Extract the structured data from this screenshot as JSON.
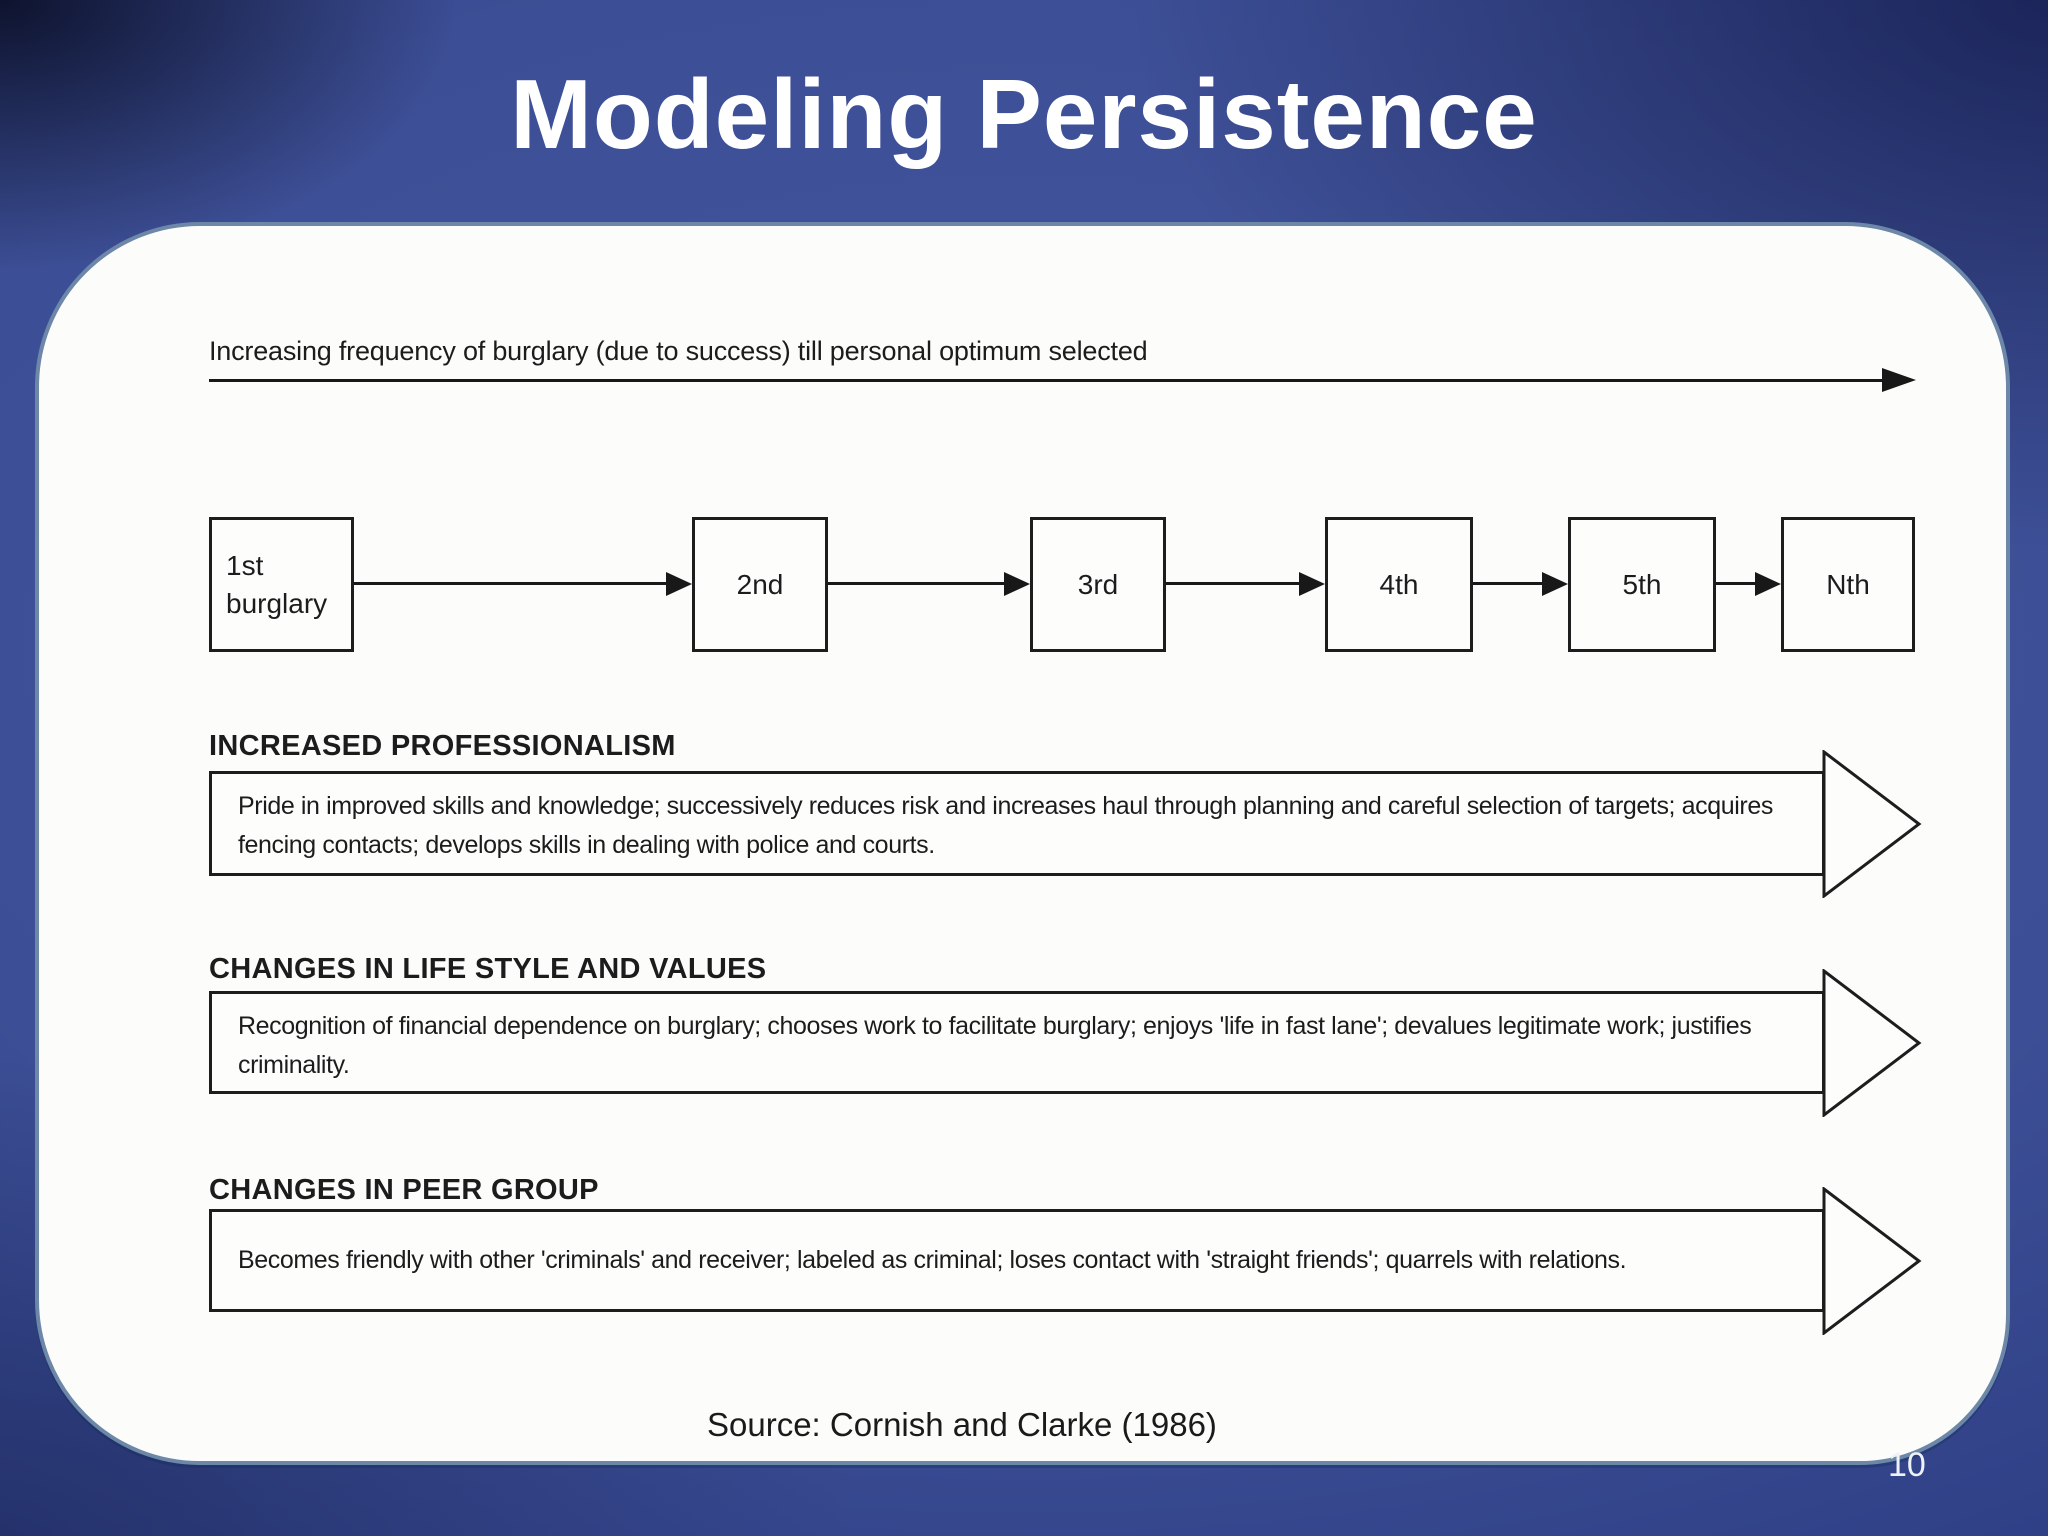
{
  "slide": {
    "title": "Modeling Persistence",
    "source_caption": "Source: Cornish and Clarke (1986)",
    "page_number": "10",
    "colors": {
      "background_center": "#44569e",
      "background_edge": "#1f2d74",
      "panel_background": "#fcfcfa",
      "panel_border": "#6c87a8",
      "ink": "#1c1c1c",
      "title_color": "#ffffff"
    }
  },
  "figure": {
    "top_arrow_label": "Increasing frequency of burglary (due to success) till personal optimum selected",
    "timeline_boxes": [
      "1st\nburglary",
      "2nd",
      "3rd",
      "4th",
      "5th",
      "Nth"
    ],
    "sections": [
      {
        "heading": "INCREASED PROFESSIONALISM",
        "text": "Pride in improved skills and knowledge; successively reduces risk and increases haul through planning and careful selection of targets; acquires fencing contacts; develops skills in dealing with police and courts."
      },
      {
        "heading": "CHANGES IN LIFE STYLE AND VALUES",
        "text": "Recognition of financial dependence on burglary; chooses work to facilitate burglary; enjoys 'life in fast lane'; devalues legitimate work; justifies criminality."
      },
      {
        "heading": "CHANGES IN PEER GROUP",
        "text": "Becomes friendly with other 'criminals' and receiver; labeled as criminal; loses contact with 'straight friends'; quarrels with relations."
      }
    ]
  }
}
